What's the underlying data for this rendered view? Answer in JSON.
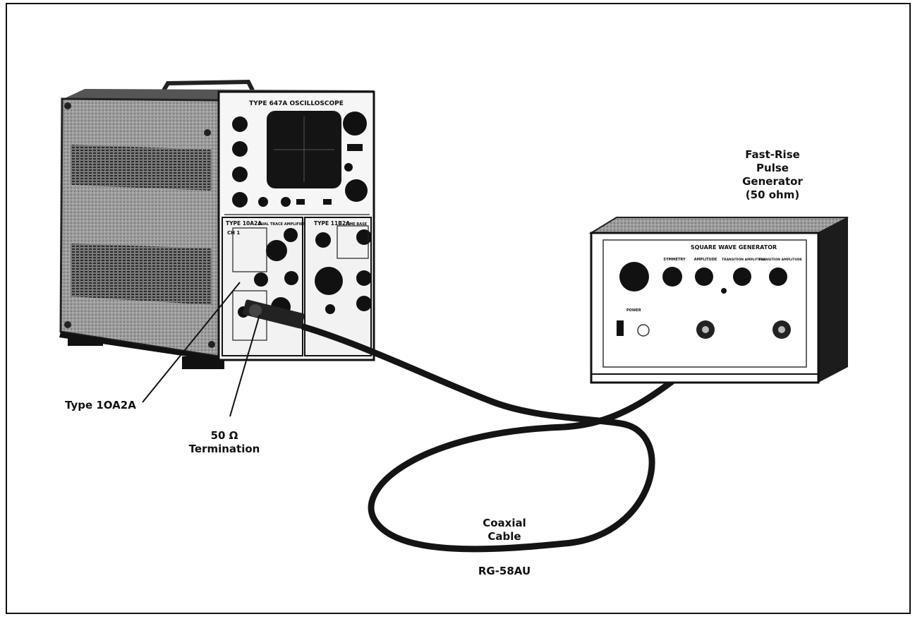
{
  "figure": {
    "callouts": {
      "pulse_generator": [
        "Fast-Rise",
        "Pulse",
        "Generator",
        "(50 ohm)"
      ],
      "amplifier": "Type 1OA2A",
      "termination_value": "50 Ω",
      "termination_word": "Termination",
      "cable": [
        "Coaxial",
        "Cable"
      ],
      "cable_type": "RG-58AU"
    },
    "oscilloscope": {
      "title": "TYPE 647A OSCILLOSCOPE",
      "left_plugin": "TYPE 10A2A",
      "left_plugin_desc": "DUAL TRACE AMPLIFIER",
      "left_channel": "CH 1",
      "right_plugin": "TYPE 11B2A",
      "right_plugin_desc": "TIME BASE"
    },
    "generator": {
      "title": "SQUARE WAVE GENERATOR",
      "controls": [
        "SYMMETRY",
        "AMPLITUDE",
        "TRANSITION AMPLITUDE",
        "TRANSITION AMPLITUDE"
      ],
      "power_label": "POWER"
    },
    "colors": {
      "ink": "#111111",
      "paper": "#ffffff",
      "metal_dark": "#2b2b2b",
      "metal_mid": "#8a8a8a",
      "panel_light": "#f2f2f2"
    }
  }
}
